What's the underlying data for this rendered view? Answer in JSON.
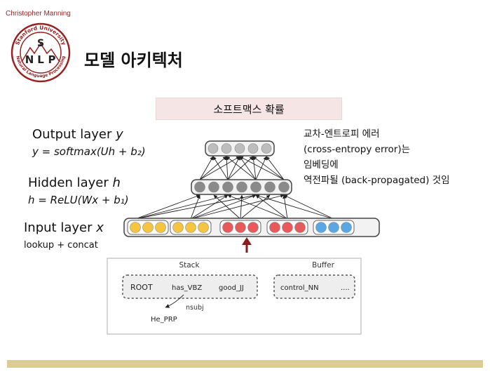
{
  "header": {
    "author": "Christopher Manning",
    "logo_text": {
      "top": "Stanford University",
      "bottom": "Natural Language Processing",
      "s": "S",
      "n": "N",
      "l": "L",
      "p": "P"
    },
    "title": "모델 아키텍처"
  },
  "softmax_label": "소프트맥스 확률",
  "layers": {
    "output": {
      "name": "Output layer",
      "var": "y",
      "formula": "y = softmax(Uh + b₂)"
    },
    "hidden": {
      "name": "Hidden layer",
      "var": "h",
      "formula": "h = ReLU(Wx + b₁)"
    },
    "input": {
      "name": "Input layer",
      "var": "x",
      "formula": "lookup + concat"
    }
  },
  "note_lines": [
    "교차-엔트로피 에러",
    "(cross-entropy error)는",
    "임베딩에",
    "역전파될 (back-propagated) 것임"
  ],
  "parser": {
    "stack_label": "Stack",
    "buffer_label": "Buffer",
    "stack_items": [
      "ROOT",
      "has_VBZ",
      "good_JJ"
    ],
    "buffer_items": [
      "control_NN",
      "...."
    ],
    "dependent": "He_PRP",
    "arc_label": "nsubj"
  },
  "colors": {
    "gold": "#f5c542",
    "red": "#e8595c",
    "blue": "#5aa7e6",
    "hidden_dot": "#8a8a8a",
    "output_dot": "#bdbdbd",
    "arrow": "#8b1a1a",
    "bar": "#dccb93"
  }
}
